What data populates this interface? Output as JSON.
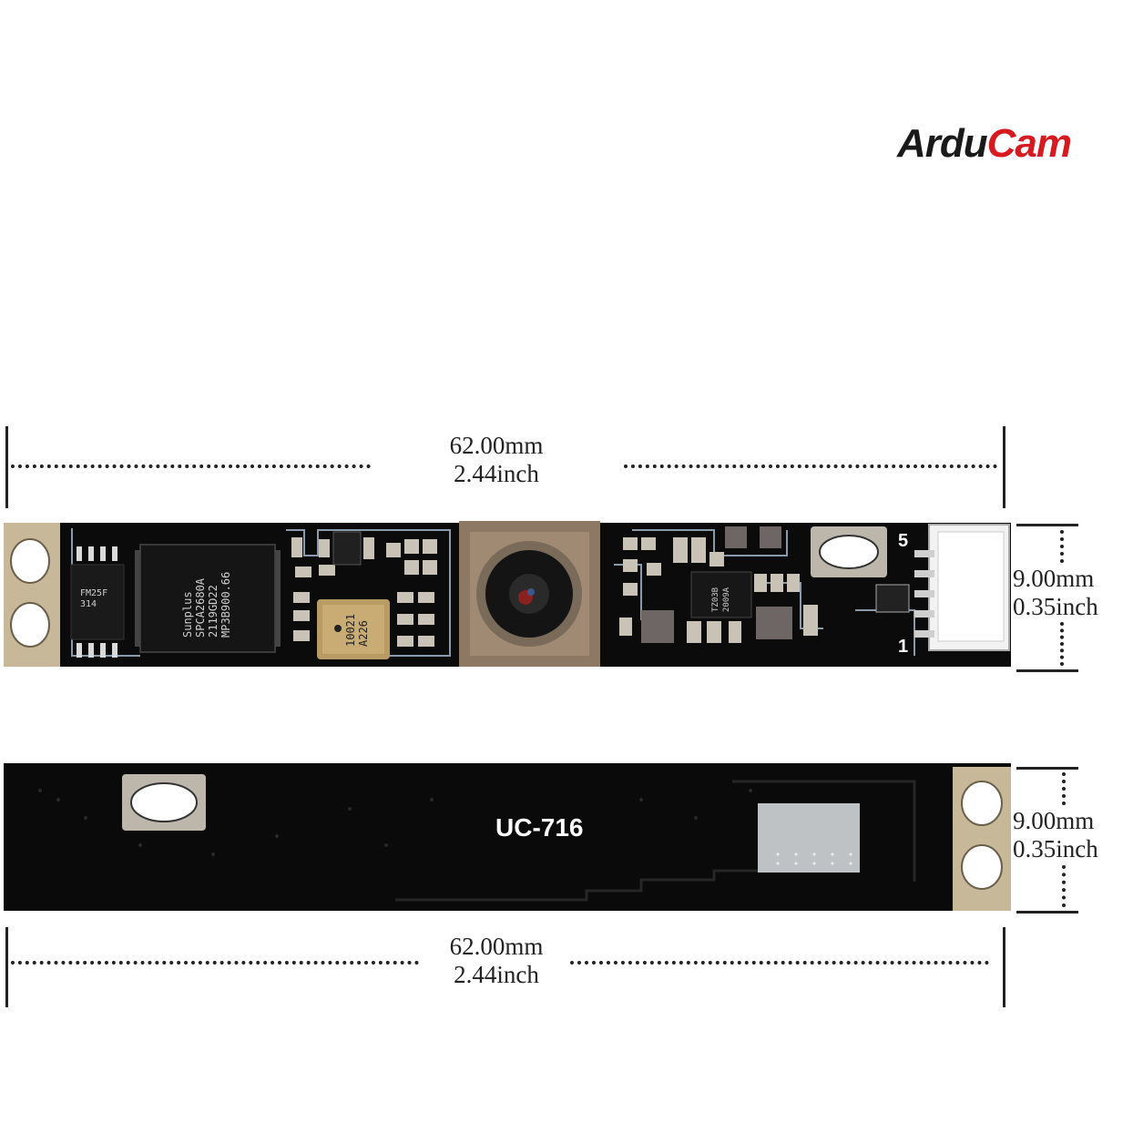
{
  "logo": {
    "part1": "Ardu",
    "part2": "Cam",
    "color_dark": "#1a1a1a",
    "color_red": "#d71920"
  },
  "top_board": {
    "length_mm": "62.00mm",
    "length_inch": "2.44inch",
    "width_mm": "9.00mm",
    "width_inch": "0.35inch",
    "chip_main": [
      "Sunplus",
      "SPCA2680A",
      "2119GD22",
      "MP3B900.66"
    ],
    "chip_flash": [
      "FM25F",
      "314"
    ],
    "mic_label": [
      "10021",
      "A226"
    ],
    "ic_right": [
      "TZ03B",
      "2009A"
    ],
    "connector_pin_5": "5",
    "connector_pin_1": "1"
  },
  "bottom_board": {
    "model": "UC-716",
    "length_mm": "62.00mm",
    "length_inch": "2.44inch",
    "width_mm": "9.00mm",
    "width_inch": "0.35inch"
  }
}
